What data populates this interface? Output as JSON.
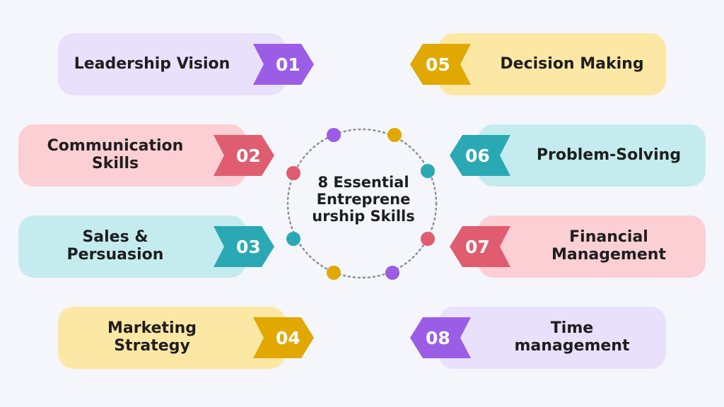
{
  "title": "8 Essential Entreprene\nurship Skills",
  "colors": {
    "purple": "#9b5de5",
    "purple_light": "#e9e0fb",
    "red": "#e05d6f",
    "red_light": "#fbcfd4",
    "teal": "#2aa9b5",
    "teal_light": "#c4ecef",
    "gold": "#e0a800",
    "gold_light": "#fde7a4"
  },
  "skills": [
    {
      "number": "01",
      "label": "Leadership Vision"
    },
    {
      "number": "02",
      "label": "Communication\nSkills"
    },
    {
      "number": "03",
      "label": "Sales &\nPersuasion"
    },
    {
      "number": "04",
      "label": "Marketing\nStrategy"
    },
    {
      "number": "05",
      "label": "Decision Making"
    },
    {
      "number": "06",
      "label": "Problem-Solving"
    },
    {
      "number": "07",
      "label": "Financial\nManagement"
    },
    {
      "number": "08",
      "label": "Time\nmanagement"
    }
  ]
}
